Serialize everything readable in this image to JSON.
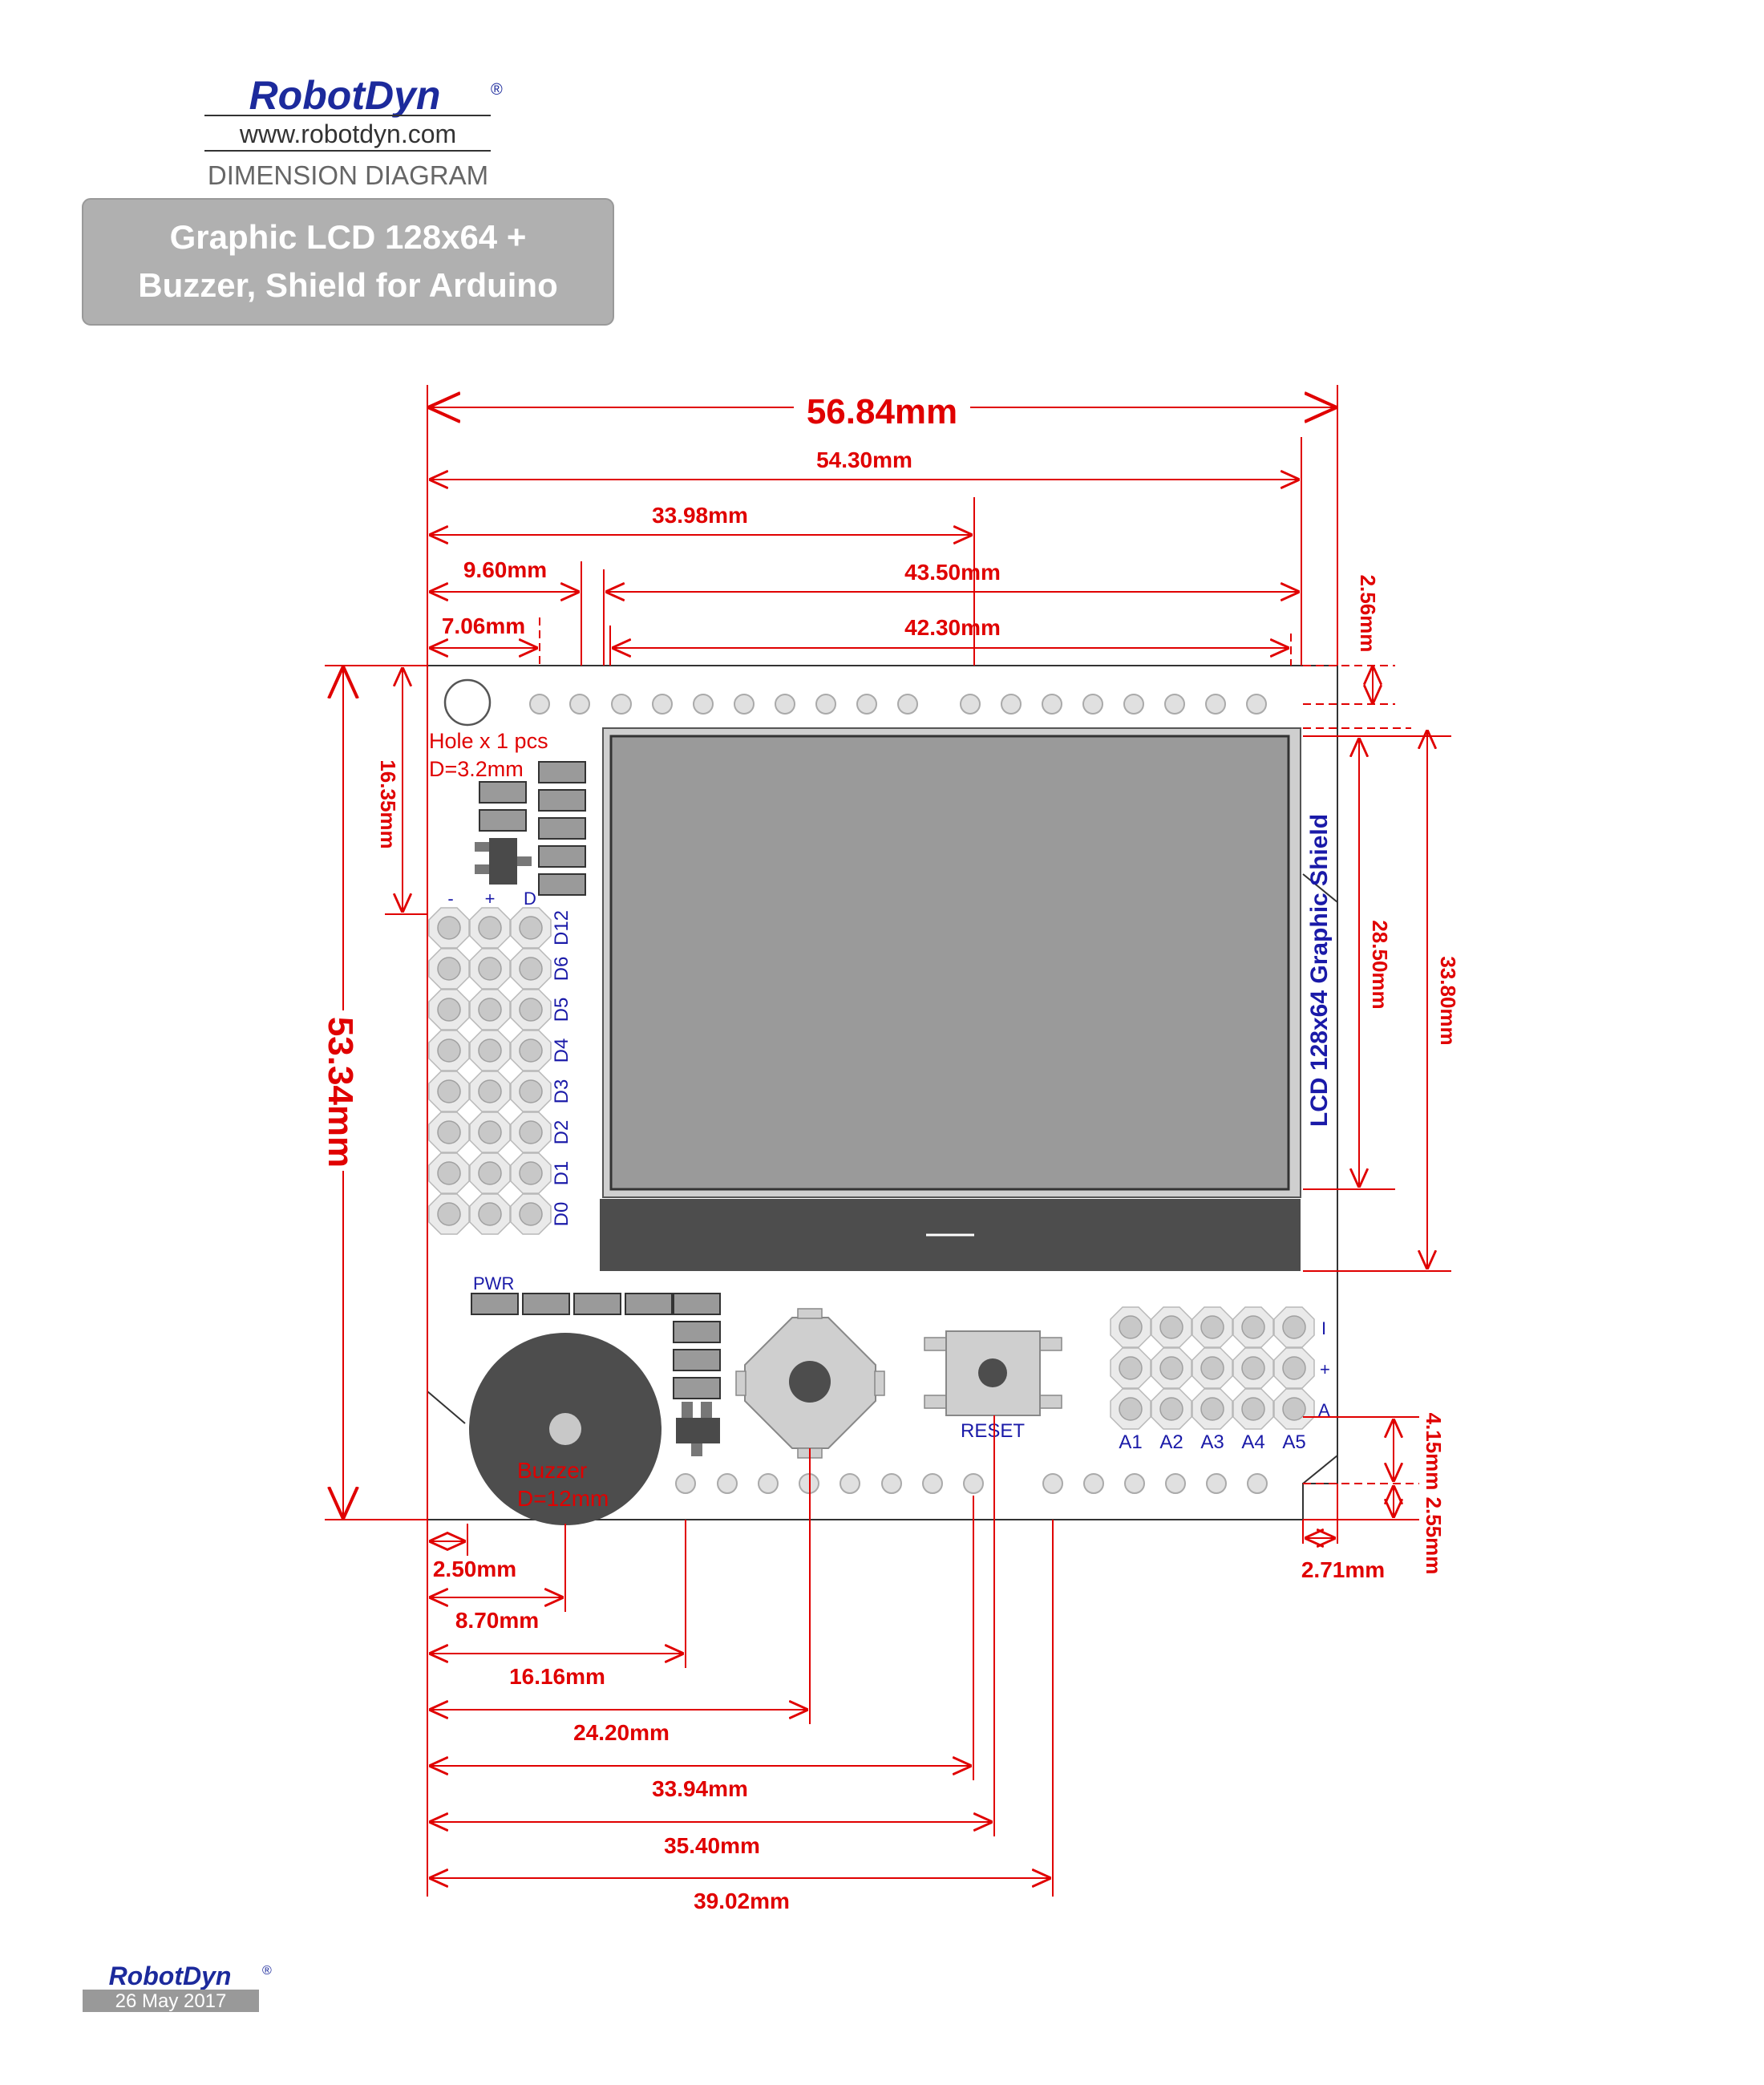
{
  "header": {
    "brand": "RobotDyn",
    "registered": "®",
    "url": "www.robotdyn.com",
    "subtitle": "DIMENSION DIAGRAM",
    "title_line1": "Graphic LCD 128x64 +",
    "title_line2": "Buzzer, Shield for Arduino"
  },
  "footer": {
    "brand": "RobotDyn",
    "registered": "®",
    "date": "26 May 2017"
  },
  "board": {
    "hole_label": "Hole x 1 pcs",
    "hole_diameter": "D=3.2mm",
    "pin_minus": "-",
    "pin_plus": "+",
    "pin_d": "D",
    "digital_pins": [
      "D12",
      "D6",
      "D5",
      "D4",
      "D3",
      "D2",
      "D1",
      "D0"
    ],
    "side_label": "LCD 128x64 Graphic Shield",
    "pwr": "PWR",
    "buzzer_label": "Buzzer",
    "buzzer_diameter": "D=12mm",
    "reset": "RESET",
    "analog_pins": [
      "A1",
      "A2",
      "A3",
      "A4",
      "A5"
    ],
    "analog_rows": [
      "I",
      "+",
      "A"
    ]
  },
  "dimensions": {
    "total_width": "56.84mm",
    "width_54": "54.30mm",
    "d_33_98": "33.98mm",
    "d_9_60": "9.60mm",
    "d_43_50": "43.50mm",
    "d_7_06": "7.06mm",
    "d_42_30": "42.30mm",
    "d_2_56": "2.56mm",
    "total_height": "53.34mm",
    "d_16_35": "16.35mm",
    "d_28_50": "28.50mm",
    "d_33_80": "33.80mm",
    "d_4_15": "4.15mm",
    "d_2_55": "2.55mm",
    "d_2_71": "2.71mm",
    "d_2_50": "2.50mm",
    "d_8_70": "8.70mm",
    "d_16_16": "16.16mm",
    "d_24_20": "24.20mm",
    "d_33_94": "33.94mm",
    "d_35_40": "35.40mm",
    "d_39_02": "39.02mm"
  },
  "colors": {
    "dimension": "#e00000",
    "label": "#1a1aa8",
    "brand": "#1c2a9c",
    "lcd_screen": "#9a9a9a",
    "lcd_bezel": "#4d4d4d"
  }
}
